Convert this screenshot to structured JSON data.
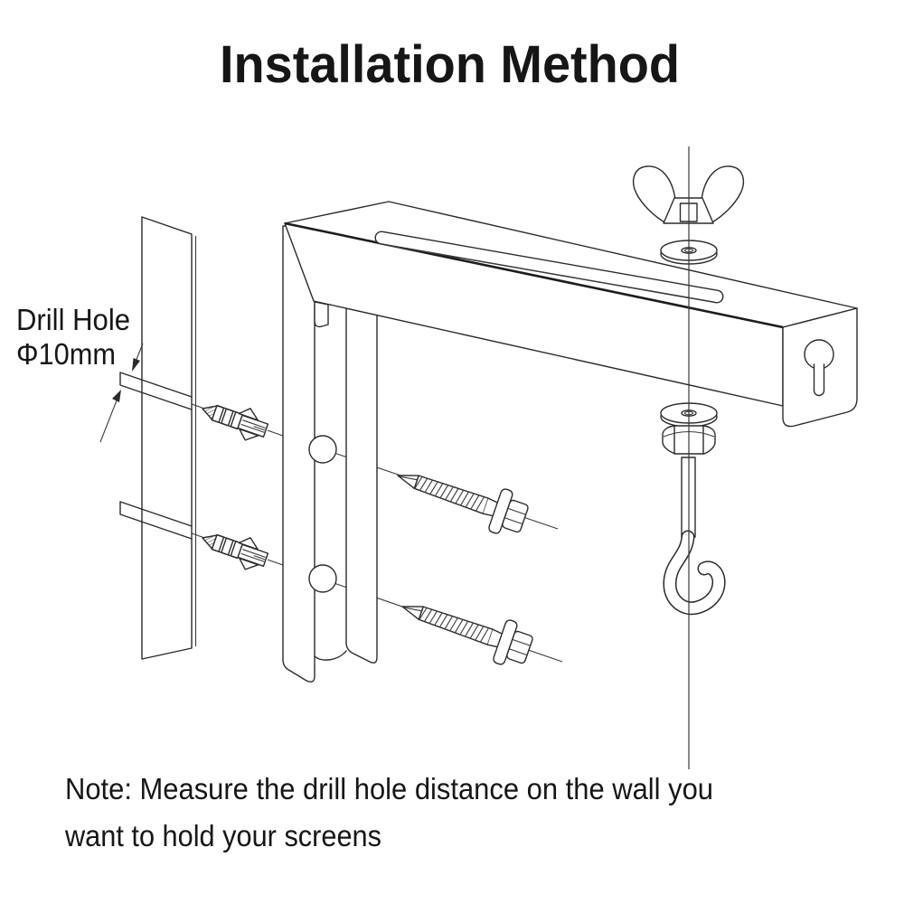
{
  "title": "Installation Method",
  "callout": {
    "line1": "Drill Hole",
    "line2": "Φ10mm"
  },
  "note": {
    "line1": "Note: Measure the drill hole distance on the wall you",
    "line2": "want to hold your screens"
  },
  "colors": {
    "line": "#2b2b2b",
    "text": "#161616",
    "background": "#ffffff"
  },
  "parts": [
    "wall",
    "drill-channel-top",
    "drill-channel-bottom",
    "wall-anchor-top",
    "wall-anchor-bottom",
    "bracket-wall-plate",
    "mounting-hole-top",
    "mounting-hole-bottom",
    "bracket-arm",
    "arm-slot",
    "keyhole-slot",
    "lag-screw-top",
    "lag-screw-bottom",
    "wing-nut",
    "washer-top",
    "washer-bottom",
    "hex-nut",
    "threaded-rod",
    "ceiling-hook",
    "hanger-axis-line"
  ]
}
